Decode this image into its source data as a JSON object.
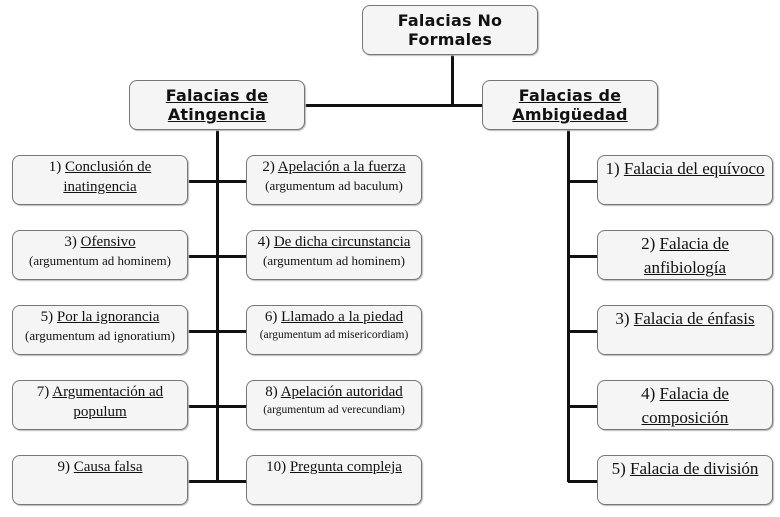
{
  "root": {
    "title": "Falacias No Formales"
  },
  "atingencia": {
    "title": "Falacias de Atingencia",
    "items": [
      {
        "num": "1)",
        "title": "Conclusión de inatingencia",
        "sub": ""
      },
      {
        "num": "2)",
        "title": "Apelación a la fuerza",
        "sub": "(argumentum ad baculum)"
      },
      {
        "num": "3)",
        "title": "Ofensivo",
        "sub": "(argumentum ad hominem)"
      },
      {
        "num": "4)",
        "title": "De dicha circunstancia",
        "sub": "(argumentum ad hominem)"
      },
      {
        "num": "5)",
        "title": "Por la ignorancia",
        "sub": "(argumentum ad ignoratium)"
      },
      {
        "num": "6)",
        "title": "Llamado a la piedad",
        "sub": "(argumentum ad misericordiam)"
      },
      {
        "num": "7)",
        "title": "Argumentación ad populum",
        "sub": ""
      },
      {
        "num": "8)",
        "title": "Apelación autoridad",
        "sub": "(argumentum ad verecundiam)"
      },
      {
        "num": "9)",
        "title": "Causa falsa",
        "sub": ""
      },
      {
        "num": "10)",
        "title": "Pregunta compleja",
        "sub": ""
      }
    ]
  },
  "ambiguedad": {
    "title": "Falacias de Ambigüedad",
    "items": [
      {
        "num": "1)",
        "title": "Falacia del equívoco"
      },
      {
        "num": "2)",
        "title": "Falacia de anfibiología"
      },
      {
        "num": "3)",
        "title": "Falacia de énfasis"
      },
      {
        "num": "4)",
        "title": "Falacia de composición"
      },
      {
        "num": "5)",
        "title": "Falacia de división"
      }
    ]
  }
}
